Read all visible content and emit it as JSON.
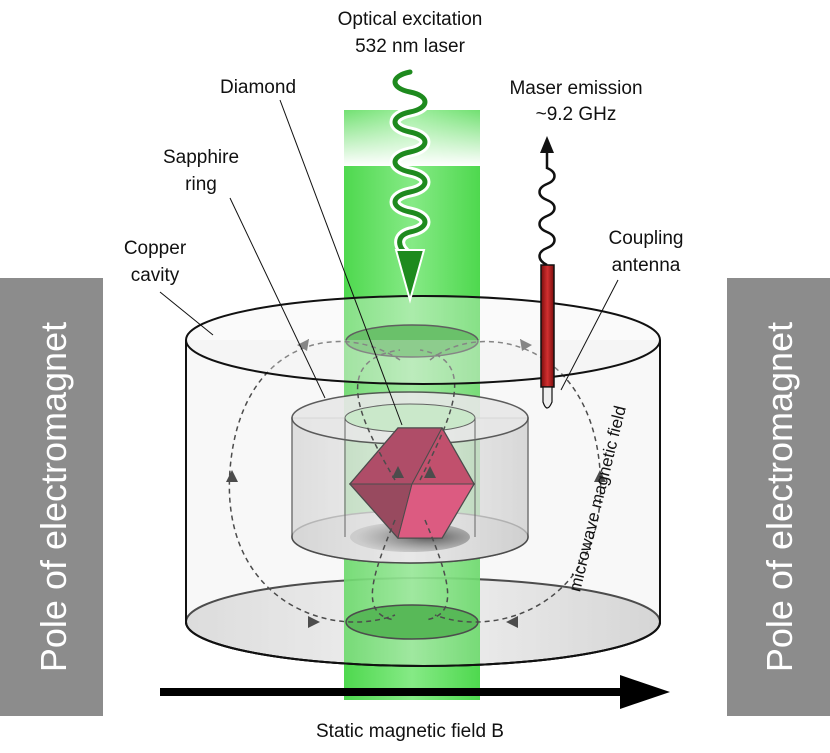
{
  "labels": {
    "optical_line1": "Optical excitation",
    "optical_line2": "532 nm laser",
    "maser_line1": "Maser emission",
    "maser_line2": "~9.2 GHz",
    "diamond": "Diamond",
    "sapphire_line1": "Sapphire",
    "sapphire_line2": "ring",
    "copper_line1": "Copper",
    "copper_line2": "cavity",
    "coupling_line1": "Coupling",
    "coupling_line2": "antenna",
    "microwave_field": "microwave magnetic field",
    "static_field": "Static magnetic field B",
    "pole_left": "Pole of electromagnet",
    "pole_right": "Pole of electromagnet"
  },
  "colors": {
    "laser_green": "#2ecc2e",
    "laser_dark": "#1e8a1e",
    "diamond_red": "#c0184a",
    "diamond_dark": "#7a0f2c",
    "antenna_red": "#b81c1c",
    "pole_gray": "#8c8c8c"
  }
}
